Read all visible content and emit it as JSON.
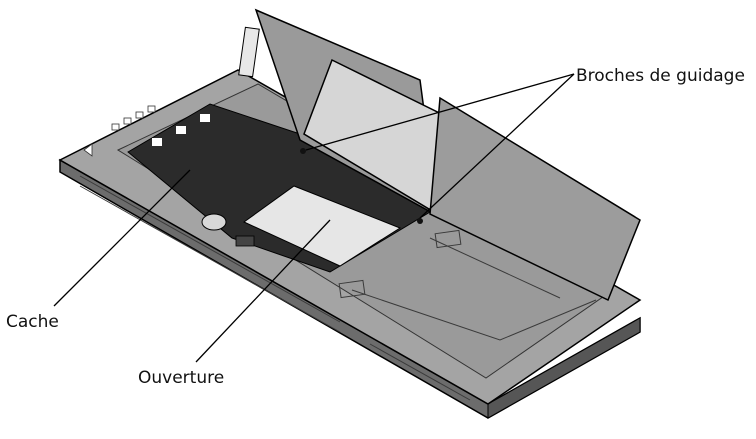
{
  "labels": {
    "guide_pins": "Broches de guidage",
    "mask": "Cache",
    "aperture": "Ouverture"
  },
  "colors": {
    "background": "#ffffff",
    "tray_top": "#a4a4a4",
    "tray_side": "#6c6c6c",
    "mask": "#2b2b2b",
    "aperture": "#e6e6e6",
    "lid": "#9a9a9a",
    "window": "#d6d6d6",
    "line": "#000000"
  }
}
